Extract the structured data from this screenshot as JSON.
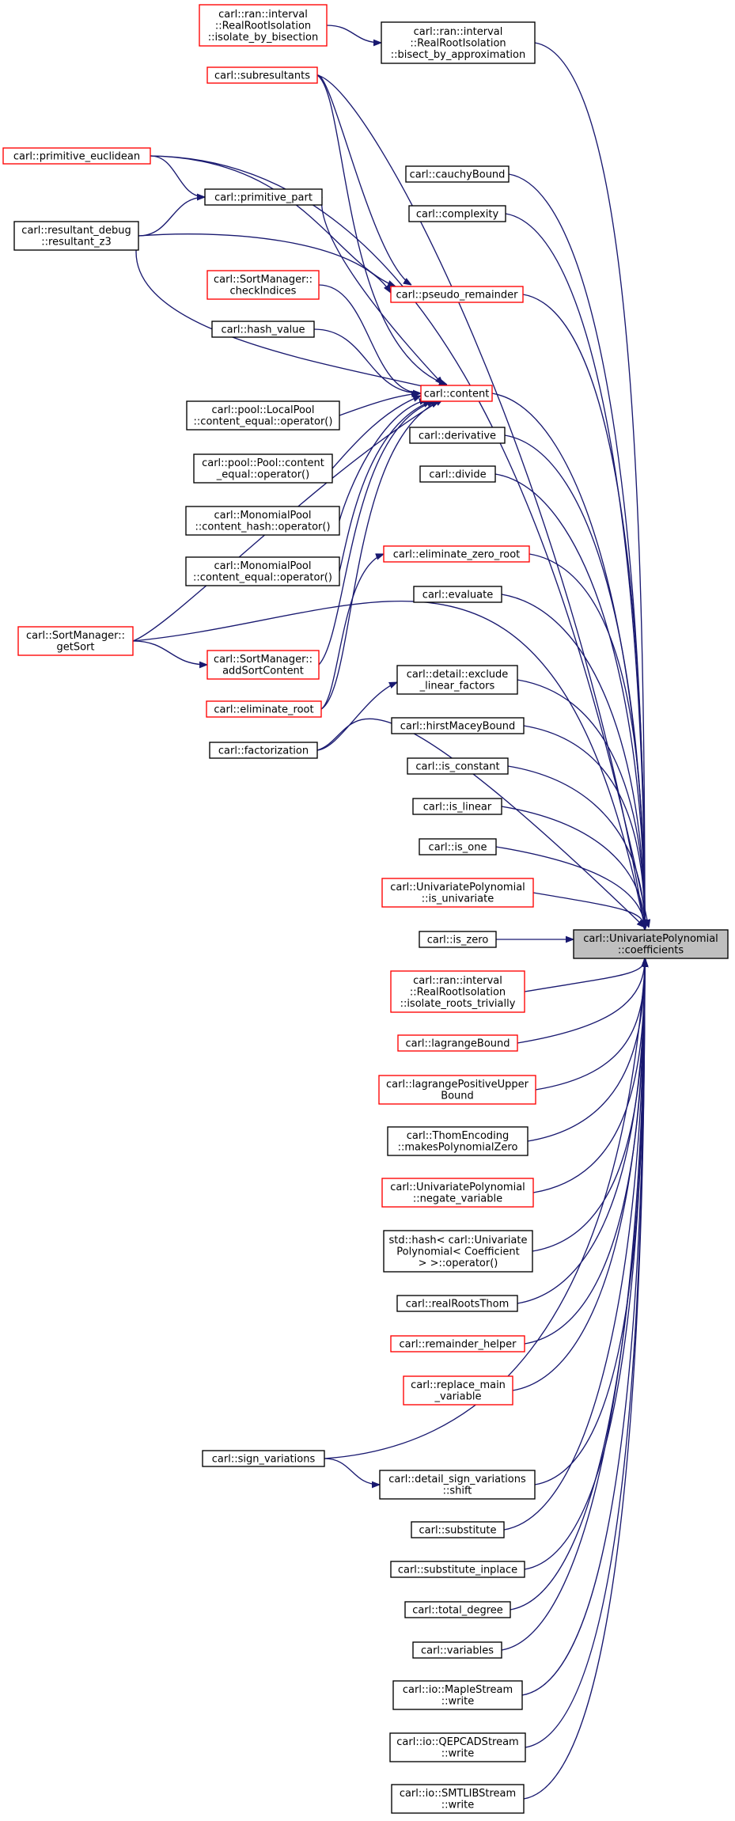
{
  "focus_node": "main",
  "colors": {
    "edge": "#191970",
    "linked_border": "#000000",
    "truncated_border": "#ff0000",
    "focus_fill": "#bfbfbf"
  },
  "nodes": [
    {
      "id": "main",
      "lines": [
        "carl::UnivariatePolynomial",
        "::coefficients"
      ],
      "style": "focus"
    },
    {
      "id": "isolate_by_bisection",
      "lines": [
        "carl::ran::interval",
        "::RealRootIsolation",
        "::isolate_by_bisection"
      ],
      "style": "red"
    },
    {
      "id": "bisect_by_approximation",
      "lines": [
        "carl::ran::interval",
        "::RealRootIsolation",
        "::bisect_by_approximation"
      ],
      "style": "black"
    },
    {
      "id": "subresultants",
      "lines": [
        "carl::subresultants"
      ],
      "style": "red"
    },
    {
      "id": "primitive_euclidean",
      "lines": [
        "carl::primitive_euclidean"
      ],
      "style": "red"
    },
    {
      "id": "cauchyBound",
      "lines": [
        "carl::cauchyBound"
      ],
      "style": "black"
    },
    {
      "id": "primitive_part",
      "lines": [
        "carl::primitive_part"
      ],
      "style": "black"
    },
    {
      "id": "complexity",
      "lines": [
        "carl::complexity"
      ],
      "style": "black"
    },
    {
      "id": "resultant_z3",
      "lines": [
        "carl::resultant_debug",
        "::resultant_z3"
      ],
      "style": "black"
    },
    {
      "id": "checkIndices",
      "lines": [
        "carl::SortManager::",
        "checkIndices"
      ],
      "style": "red"
    },
    {
      "id": "pseudo_remainder",
      "lines": [
        "carl::pseudo_remainder"
      ],
      "style": "red"
    },
    {
      "id": "hash_value",
      "lines": [
        "carl::hash_value"
      ],
      "style": "black"
    },
    {
      "id": "content",
      "lines": [
        "carl::content"
      ],
      "style": "red"
    },
    {
      "id": "localpool_eq",
      "lines": [
        "carl::pool::LocalPool",
        "::content_equal::operator()"
      ],
      "style": "black"
    },
    {
      "id": "derivative",
      "lines": [
        "carl::derivative"
      ],
      "style": "black"
    },
    {
      "id": "pool_eq",
      "lines": [
        "carl::pool::Pool::content",
        "_equal::operator()"
      ],
      "style": "black"
    },
    {
      "id": "divide",
      "lines": [
        "carl::divide"
      ],
      "style": "black"
    },
    {
      "id": "monomialpool_hash",
      "lines": [
        "carl::MonomialPool",
        "::content_hash::operator()"
      ],
      "style": "black"
    },
    {
      "id": "eliminate_zero_root",
      "lines": [
        "carl::eliminate_zero_root"
      ],
      "style": "red"
    },
    {
      "id": "monomialpool_eq",
      "lines": [
        "carl::MonomialPool",
        "::content_equal::operator()"
      ],
      "style": "black"
    },
    {
      "id": "evaluate",
      "lines": [
        "carl::evaluate"
      ],
      "style": "black"
    },
    {
      "id": "getSort",
      "lines": [
        "carl::SortManager::",
        "getSort"
      ],
      "style": "red"
    },
    {
      "id": "addSortContent",
      "lines": [
        "carl::SortManager::",
        "addSortContent"
      ],
      "style": "red"
    },
    {
      "id": "exclude_linear_factors",
      "lines": [
        "carl::detail::exclude",
        "_linear_factors"
      ],
      "style": "black"
    },
    {
      "id": "eliminate_root",
      "lines": [
        "carl::eliminate_root"
      ],
      "style": "red"
    },
    {
      "id": "factorization",
      "lines": [
        "carl::factorization"
      ],
      "style": "black"
    },
    {
      "id": "hirstMaceyBound",
      "lines": [
        "carl::hirstMaceyBound"
      ],
      "style": "black"
    },
    {
      "id": "is_constant",
      "lines": [
        "carl::is_constant"
      ],
      "style": "black"
    },
    {
      "id": "is_linear",
      "lines": [
        "carl::is_linear"
      ],
      "style": "black"
    },
    {
      "id": "is_one",
      "lines": [
        "carl::is_one"
      ],
      "style": "black"
    },
    {
      "id": "is_univariate",
      "lines": [
        "carl::UnivariatePolynomial",
        "::is_univariate"
      ],
      "style": "red"
    },
    {
      "id": "is_zero",
      "lines": [
        "carl::is_zero"
      ],
      "style": "black"
    },
    {
      "id": "isolate_roots_trivially",
      "lines": [
        "carl::ran::interval",
        "::RealRootIsolation",
        "::isolate_roots_trivially"
      ],
      "style": "red"
    },
    {
      "id": "lagrangeBound",
      "lines": [
        "carl::lagrangeBound"
      ],
      "style": "red"
    },
    {
      "id": "lagrangePositiveUpperBound",
      "lines": [
        "carl::lagrangePositiveUpper",
        "Bound"
      ],
      "style": "red"
    },
    {
      "id": "makesPolynomialZero",
      "lines": [
        "carl::ThomEncoding",
        "::makesPolynomialZero"
      ],
      "style": "black"
    },
    {
      "id": "negate_variable",
      "lines": [
        "carl::UnivariatePolynomial",
        "::negate_variable"
      ],
      "style": "red"
    },
    {
      "id": "hash_operator",
      "lines": [
        "std::hash< carl::Univariate",
        "Polynomial< Coefficient",
        " > >::operator()"
      ],
      "style": "black"
    },
    {
      "id": "realRootsThom",
      "lines": [
        "carl::realRootsThom"
      ],
      "style": "black"
    },
    {
      "id": "remainder_helper",
      "lines": [
        "carl::remainder_helper"
      ],
      "style": "red"
    },
    {
      "id": "replace_main_variable",
      "lines": [
        "carl::replace_main",
        "_variable"
      ],
      "style": "red"
    },
    {
      "id": "sign_variations",
      "lines": [
        "carl::sign_variations"
      ],
      "style": "black"
    },
    {
      "id": "detail_sign_variations_shift",
      "lines": [
        "carl::detail_sign_variations",
        "::shift"
      ],
      "style": "black"
    },
    {
      "id": "substitute",
      "lines": [
        "carl::substitute"
      ],
      "style": "black"
    },
    {
      "id": "substitute_inplace",
      "lines": [
        "carl::substitute_inplace"
      ],
      "style": "black"
    },
    {
      "id": "total_degree",
      "lines": [
        "carl::total_degree"
      ],
      "style": "black"
    },
    {
      "id": "variables",
      "lines": [
        "carl::variables"
      ],
      "style": "black"
    },
    {
      "id": "maple_write",
      "lines": [
        "carl::io::MapleStream",
        "::write"
      ],
      "style": "black"
    },
    {
      "id": "qepcad_write",
      "lines": [
        "carl::io::QEPCADStream",
        "::write"
      ],
      "style": "black"
    },
    {
      "id": "smtlib_write",
      "lines": [
        "carl::io::SMTLIBStream",
        "::write"
      ],
      "style": "black"
    }
  ],
  "edges": [
    {
      "from": "bisect_by_approximation",
      "to": "main"
    },
    {
      "from": "isolate_by_bisection",
      "to": "bisect_by_approximation"
    },
    {
      "from": "subresultants",
      "to": "main"
    },
    {
      "from": "subresultants",
      "to": "pseudo_remainder"
    },
    {
      "from": "subresultants",
      "to": "content"
    },
    {
      "from": "primitive_euclidean",
      "to": "main"
    },
    {
      "from": "primitive_euclidean",
      "to": "primitive_part"
    },
    {
      "from": "primitive_euclidean",
      "to": "pseudo_remainder"
    },
    {
      "from": "primitive_part",
      "to": "content"
    },
    {
      "from": "cauchyBound",
      "to": "main"
    },
    {
      "from": "complexity",
      "to": "main"
    },
    {
      "from": "resultant_z3",
      "to": "primitive_part"
    },
    {
      "from": "resultant_z3",
      "to": "pseudo_remainder"
    },
    {
      "from": "resultant_z3",
      "to": "content"
    },
    {
      "from": "pseudo_remainder",
      "to": "main"
    },
    {
      "from": "checkIndices",
      "to": "content"
    },
    {
      "from": "hash_value",
      "to": "content"
    },
    {
      "from": "content",
      "to": "main"
    },
    {
      "from": "localpool_eq",
      "to": "content"
    },
    {
      "from": "pool_eq",
      "to": "content"
    },
    {
      "from": "monomialpool_hash",
      "to": "content"
    },
    {
      "from": "monomialpool_eq",
      "to": "content"
    },
    {
      "from": "getSort",
      "to": "content"
    },
    {
      "from": "getSort",
      "to": "addSortContent"
    },
    {
      "from": "addSortContent",
      "to": "content"
    },
    {
      "from": "eliminate_root",
      "to": "content"
    },
    {
      "from": "eliminate_root",
      "to": "eliminate_zero_root"
    },
    {
      "from": "factorization",
      "to": "main"
    },
    {
      "from": "factorization",
      "to": "exclude_linear_factors"
    },
    {
      "from": "getSort",
      "to": "main"
    },
    {
      "from": "derivative",
      "to": "main"
    },
    {
      "from": "divide",
      "to": "main"
    },
    {
      "from": "eliminate_zero_root",
      "to": "main"
    },
    {
      "from": "evaluate",
      "to": "main"
    },
    {
      "from": "exclude_linear_factors",
      "to": "main"
    },
    {
      "from": "hirstMaceyBound",
      "to": "main"
    },
    {
      "from": "is_constant",
      "to": "main"
    },
    {
      "from": "is_linear",
      "to": "main"
    },
    {
      "from": "is_one",
      "to": "main"
    },
    {
      "from": "is_univariate",
      "to": "main"
    },
    {
      "from": "is_zero",
      "to": "main"
    },
    {
      "from": "isolate_roots_trivially",
      "to": "main"
    },
    {
      "from": "lagrangeBound",
      "to": "main"
    },
    {
      "from": "lagrangePositiveUpperBound",
      "to": "main"
    },
    {
      "from": "makesPolynomialZero",
      "to": "main"
    },
    {
      "from": "negate_variable",
      "to": "main"
    },
    {
      "from": "hash_operator",
      "to": "main"
    },
    {
      "from": "realRootsThom",
      "to": "main"
    },
    {
      "from": "remainder_helper",
      "to": "main"
    },
    {
      "from": "replace_main_variable",
      "to": "main"
    },
    {
      "from": "sign_variations",
      "to": "main"
    },
    {
      "from": "sign_variations",
      "to": "detail_sign_variations_shift"
    },
    {
      "from": "detail_sign_variations_shift",
      "to": "main"
    },
    {
      "from": "substitute",
      "to": "main"
    },
    {
      "from": "substitute_inplace",
      "to": "main"
    },
    {
      "from": "total_degree",
      "to": "main"
    },
    {
      "from": "variables",
      "to": "main"
    },
    {
      "from": "maple_write",
      "to": "main"
    },
    {
      "from": "qepcad_write",
      "to": "main"
    },
    {
      "from": "smtlib_write",
      "to": "main"
    }
  ]
}
